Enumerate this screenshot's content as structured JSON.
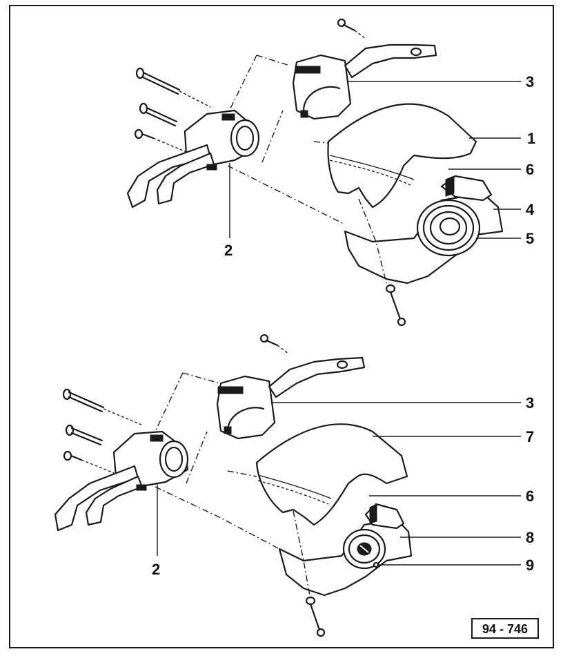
{
  "diagram": {
    "reference_number": "94 - 746",
    "top_assembly_callouts": [
      "3",
      "1",
      "6",
      "4",
      "5",
      "2"
    ],
    "bottom_assembly_callouts": [
      "3",
      "7",
      "6",
      "8",
      "9",
      "2"
    ]
  }
}
